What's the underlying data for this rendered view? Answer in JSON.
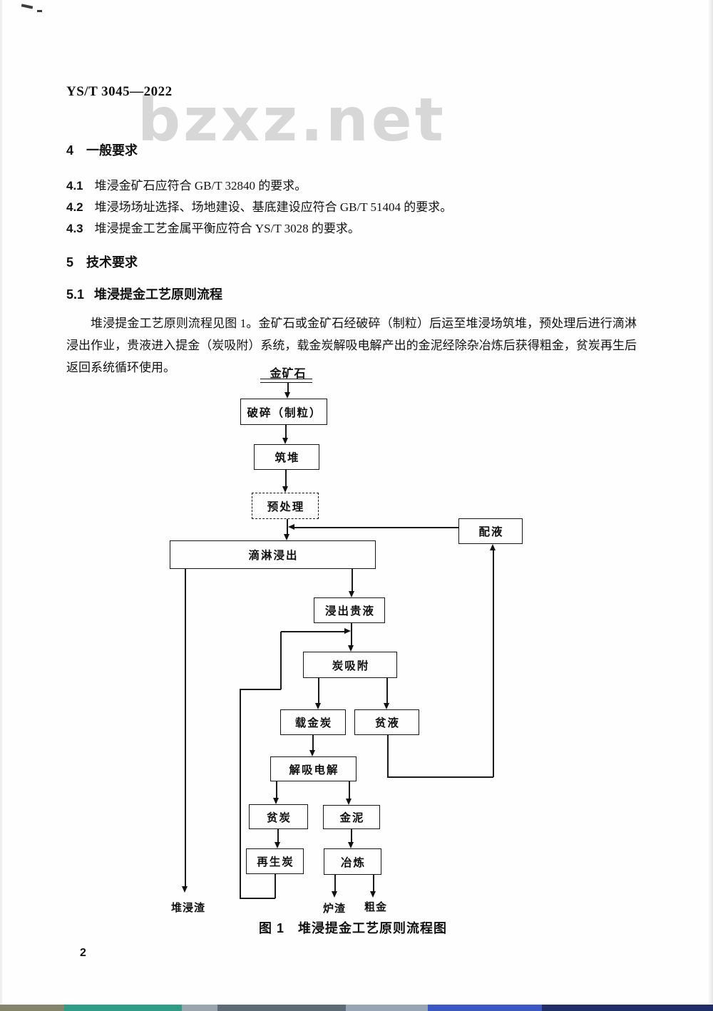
{
  "page": {
    "header": "YS/T 3045—2022",
    "watermark": "bzxz.net",
    "page_number": "2"
  },
  "sections": {
    "s4": {
      "number": "4",
      "title": "一般要求"
    },
    "items": [
      {
        "number": "4.1",
        "text": "堆浸金矿石应符合 GB/T 32840 的要求。"
      },
      {
        "number": "4.2",
        "text": "堆浸场场址选择、场地建设、基底建设应符合 GB/T 51404 的要求。"
      },
      {
        "number": "4.3",
        "text": "堆浸提金工艺金属平衡应符合 YS/T 3028 的要求。"
      }
    ],
    "s5": {
      "number": "5",
      "title": "技术要求"
    },
    "s51": {
      "number": "5.1",
      "title": "堆浸提金工艺原则流程"
    },
    "paragraph": "堆浸提金工艺原则流程见图 1。金矿石或金矿石经破碎（制粒）后运至堆浸场筑堆，预处理后进行滴淋浸出作业，贵液进入提金（炭吸附）系统，载金炭解吸电解产出的金泥经除杂冶炼后获得粗金，贫炭再生后返回系统循环使用。"
  },
  "flowchart": {
    "caption": "图 1　堆浸提金工艺原则流程图",
    "nodes": {
      "ore": "金矿石",
      "crush": "破碎（制粒）",
      "heap": "筑堆",
      "pretreat": "预处理",
      "solution_prep": "配液",
      "leach": "滴淋浸出",
      "pregnant": "浸出贵液",
      "adsorb": "炭吸附",
      "loaded_carbon": "载金炭",
      "barren_liquid": "贫液",
      "desorb": "解吸电解",
      "barren_carbon": "贫炭",
      "gold_mud": "金泥",
      "regen_carbon": "再生炭",
      "smelt": "冶炼",
      "heap_residue": "堆浸渣",
      "furnace_slag": "炉渣",
      "crude_gold": "粗金"
    }
  },
  "scan": {
    "strip": [
      {
        "style": "width:90px;background:#83846a"
      },
      {
        "style": "width:165px;background:#2f9c87"
      },
      {
        "style": "width:50px;background:#9aa4ad"
      },
      {
        "style": "width:180px;background:#5d6b78"
      },
      {
        "style": "width:115px;background:#97a5b4"
      },
      {
        "style": "width:160px;background:#3a57c4"
      },
      {
        "style": "width:240px;background:#1f2e66"
      }
    ]
  }
}
